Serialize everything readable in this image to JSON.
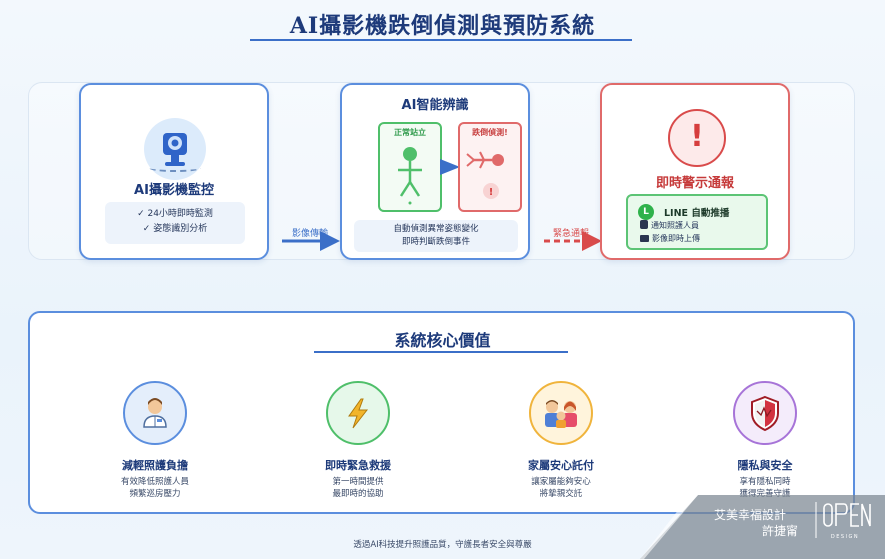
{
  "title": "AI攝影機跌倒偵測與預防系統",
  "flow": {
    "camera": {
      "heading": "AI攝影機監控",
      "features": [
        "✓ 24小時即時監測",
        "✓ 姿態識別分析"
      ],
      "icon": "camera-icon"
    },
    "ai": {
      "heading": "AI智能辨識",
      "normal_label": "正常站立",
      "fall_label": "跌倒偵測!",
      "desc": [
        "自動偵測異常姿態變化",
        "即時判斷跌倒事件"
      ]
    },
    "alert": {
      "heading": "即時警示通報",
      "alert_glyph": "!",
      "line_badge": "L",
      "line_title": "LINE 自動推播",
      "line_items": [
        "通知照護人員",
        "影像即時上傳"
      ]
    },
    "arrow_transfer_label": "影像傳輸",
    "arrow_emergency_label": "緊急通報"
  },
  "core": {
    "title": "系統核心價值",
    "values": [
      {
        "title": "減輕照護負擔",
        "desc": [
          "有效降低照護人員",
          "頻繁巡房壓力"
        ],
        "icon": "caregiver-icon"
      },
      {
        "title": "即時緊急救援",
        "desc": [
          "第一時間提供",
          "最即時的協助"
        ],
        "icon": "lightning-icon"
      },
      {
        "title": "家屬安心託付",
        "desc": [
          "讓家屬能夠安心",
          "將摯親交託"
        ],
        "icon": "family-icon"
      },
      {
        "title": "隱私與安全",
        "desc": [
          "享有隱私同時",
          "獲得完善守護"
        ],
        "icon": "shield-icon"
      }
    ]
  },
  "footer": "透過AI科技提升照護品質，守護長者安全與尊嚴",
  "watermark": {
    "line1": "艾美幸福設計",
    "line2": "許捷甯"
  },
  "colors": {
    "primary": "#3b6fc8",
    "alert": "#d94b4b",
    "success": "#4fbf6a"
  }
}
